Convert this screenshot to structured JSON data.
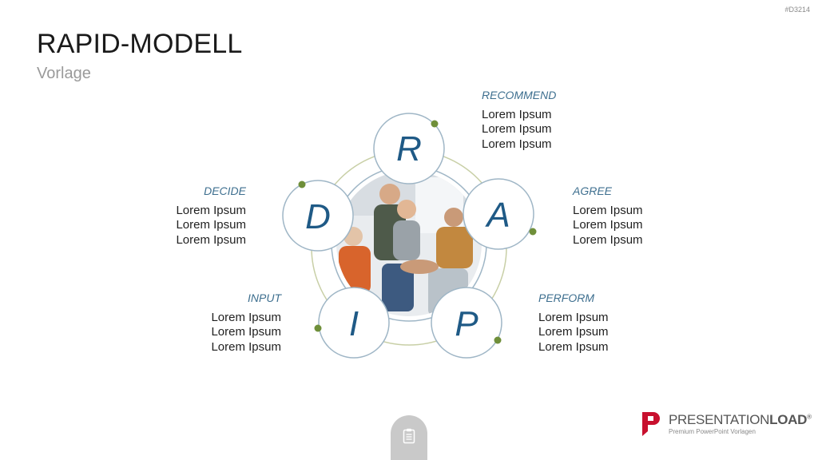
{
  "slide": {
    "id": "#D3214",
    "title": "RAPID-MODELL",
    "subtitle": "Vorlage"
  },
  "cycle": {
    "letters": {
      "r": "R",
      "a": "A",
      "p": "P",
      "i": "I",
      "d": "D"
    },
    "blocks": {
      "recommend": {
        "heading": "RECOMMEND",
        "lines": [
          "Lorem Ipsum",
          "Lorem Ipsum",
          "Lorem Ipsum"
        ]
      },
      "agree": {
        "heading": "AGREE",
        "lines": [
          "Lorem Ipsum",
          "Lorem Ipsum",
          "Lorem Ipsum"
        ]
      },
      "perform": {
        "heading": "PERFORM",
        "lines": [
          "Lorem Ipsum",
          "Lorem Ipsum",
          "Lorem Ipsum"
        ]
      },
      "input": {
        "heading": "INPUT",
        "lines": [
          "Lorem Ipsum",
          "Lorem Ipsum",
          "Lorem Ipsum"
        ]
      },
      "decide": {
        "heading": "DECIDE",
        "lines": [
          "Lorem Ipsum",
          "Lorem Ipsum",
          "Lorem Ipsum"
        ]
      }
    }
  },
  "colors": {
    "letter": "#1f5a86",
    "heading": "#3e6f8f",
    "ring": "#9fb6c6",
    "dot": "#6f8f3a",
    "outer_ring": "#c8cfa6"
  },
  "branding": {
    "logo_brand": "PRESENTATION",
    "logo_brand_bold": "LOAD",
    "logo_registered": "®",
    "logo_tagline": "Premium PowerPoint Vorlagen"
  },
  "bottom_tab": {
    "icon": "clipboard-icon"
  }
}
